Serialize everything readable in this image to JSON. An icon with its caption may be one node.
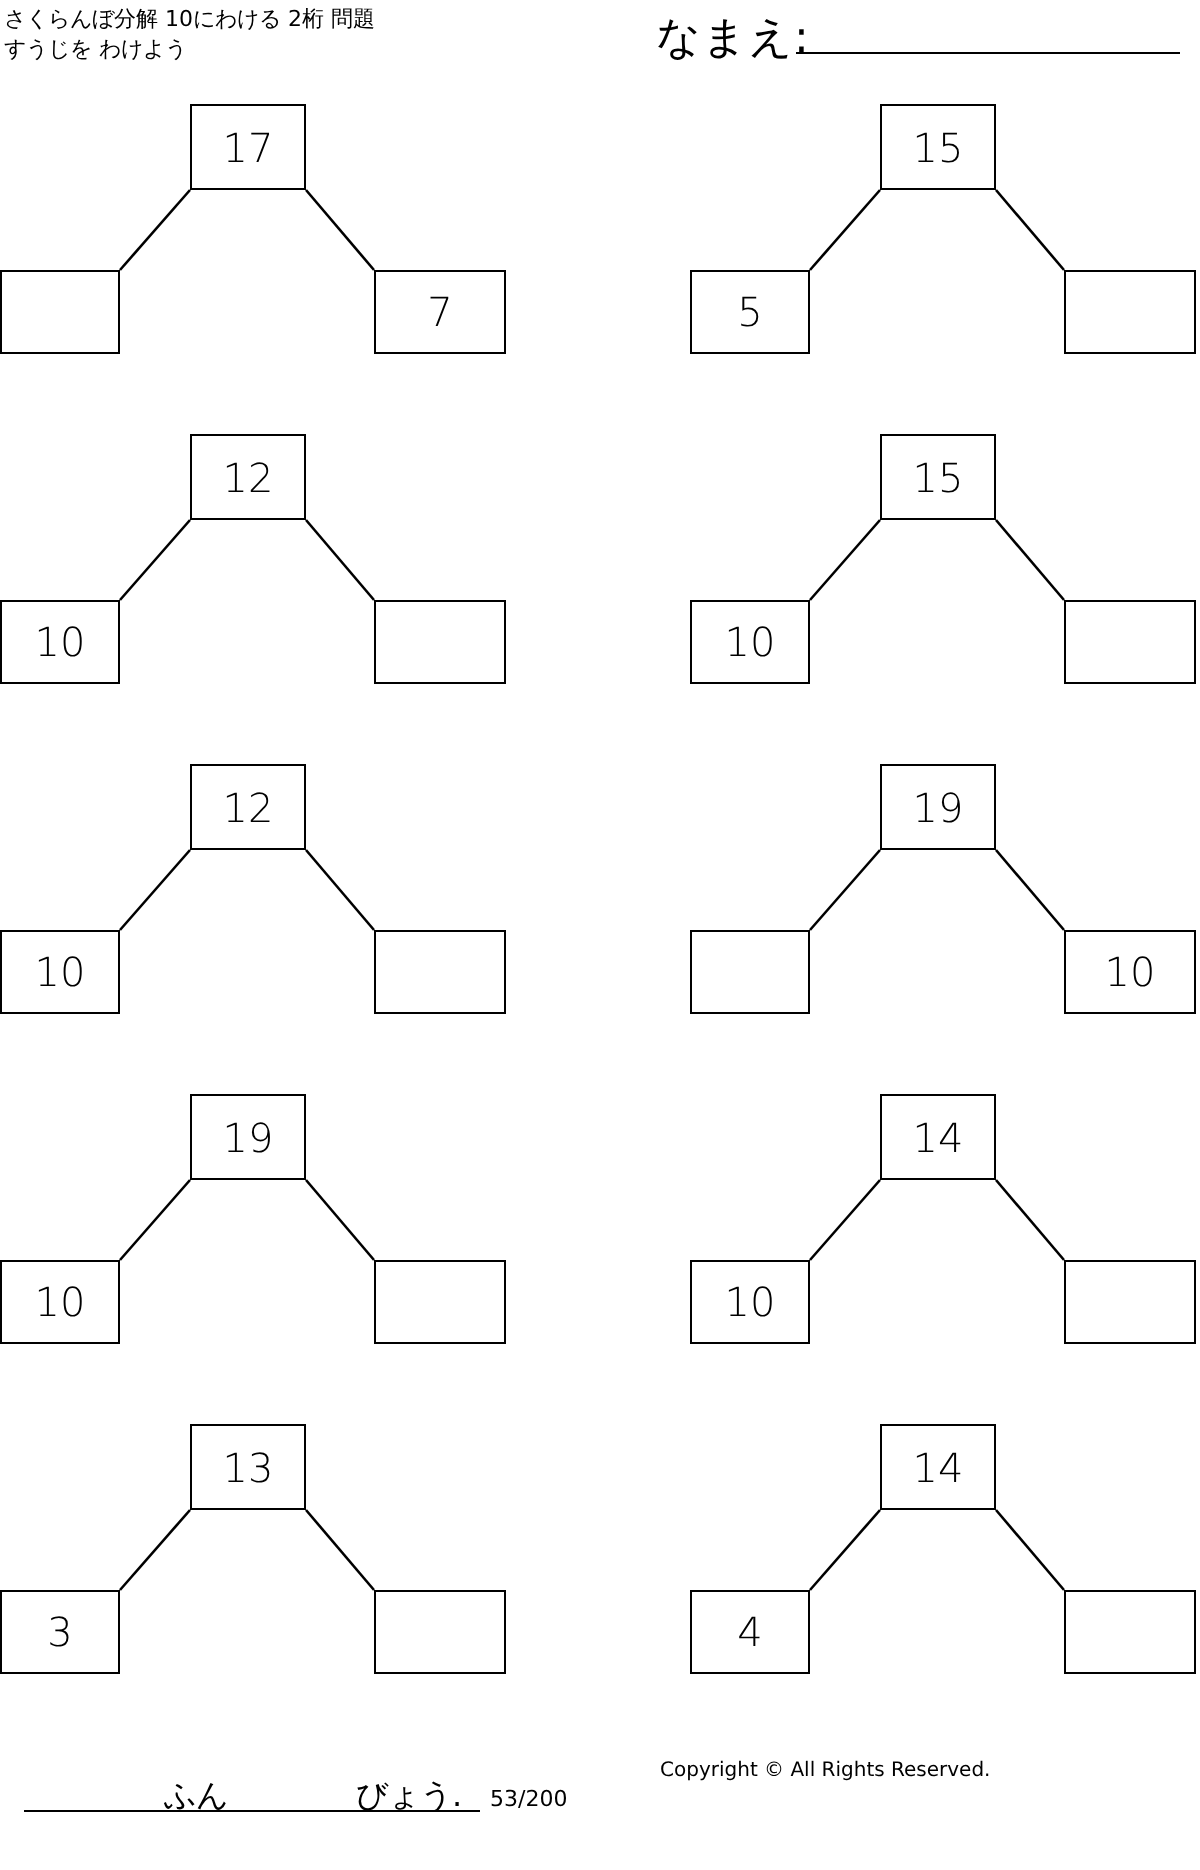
{
  "diagram": {
    "title": "さくらんぼ分解 10にわける 2桁 問題",
    "nodes": [
      {
        "text": [
          "17"
        ]
      },
      {
        "text": [],
        "shape": "box"
      },
      {
        "text": [
          "7"
        ]
      },
      {
        "text": [
          "15"
        ]
      },
      {
        "text": [
          "5"
        ]
      },
      {
        "text": [],
        "shape": "box"
      },
      {
        "text": [
          "12"
        ]
      },
      {
        "text": [
          "10"
        ]
      },
      {
        "text": [],
        "shape": "box"
      },
      {
        "text": [
          "15"
        ]
      },
      {
        "text": [
          "10"
        ]
      },
      {
        "text": [],
        "shape": "box"
      },
      {
        "text": [
          "12"
        ]
      },
      {
        "text": [
          "10"
        ]
      },
      {
        "text": [],
        "shape": "box"
      },
      {
        "text": [
          "19"
        ]
      },
      {
        "text": [],
        "shape": "box"
      },
      {
        "text": [
          "10"
        ]
      },
      {
        "text": [
          "19"
        ]
      },
      {
        "text": [
          "10"
        ]
      },
      {
        "text": [],
        "shape": "box"
      },
      {
        "text": [
          "14"
        ]
      },
      {
        "text": [
          "10"
        ]
      },
      {
        "text": [],
        "shape": "box"
      },
      {
        "text": [
          "13"
        ]
      },
      {
        "text": [
          "3"
        ]
      },
      {
        "text": [],
        "shape": "box"
      },
      {
        "text": [
          "14"
        ]
      },
      {
        "text": [
          "4"
        ]
      },
      {
        "text": [],
        "shape": "box"
      }
    ],
    "edges": [
      {
        "from": 0,
        "to": 1,
        "arrow": "none"
      },
      {
        "from": 0,
        "to": 2,
        "arrow": "none"
      },
      {
        "from": 3,
        "to": 4,
        "arrow": "none"
      },
      {
        "from": 3,
        "to": 5,
        "arrow": "none"
      },
      {
        "from": 6,
        "to": 7,
        "arrow": "none"
      },
      {
        "from": 6,
        "to": 8,
        "arrow": "none"
      },
      {
        "from": 9,
        "to": 10,
        "arrow": "none"
      },
      {
        "from": 9,
        "to": 11,
        "arrow": "none"
      },
      {
        "from": 12,
        "to": 13,
        "arrow": "none"
      },
      {
        "from": 12,
        "to": 14,
        "arrow": "none"
      },
      {
        "from": 15,
        "to": 16,
        "arrow": "none"
      },
      {
        "from": 15,
        "to": 17,
        "arrow": "none"
      },
      {
        "from": 18,
        "to": 19,
        "arrow": "none"
      },
      {
        "from": 18,
        "to": 20,
        "arrow": "none"
      },
      {
        "from": 21,
        "to": 22,
        "arrow": "none"
      },
      {
        "from": 21,
        "to": 23,
        "arrow": "none"
      },
      {
        "from": 24,
        "to": 25,
        "arrow": "none"
      },
      {
        "from": 24,
        "to": 26,
        "arrow": "none"
      },
      {
        "from": 27,
        "to": 28,
        "arrow": "none"
      },
      {
        "from": 27,
        "to": 29,
        "arrow": "none"
      }
    ],
    "labels": [
      "すうじを わけよう",
      "なまえ:",
      "ふん",
      "びょう.",
      "53/200",
      "Copyright © All Rights Reserved."
    ]
  }
}
